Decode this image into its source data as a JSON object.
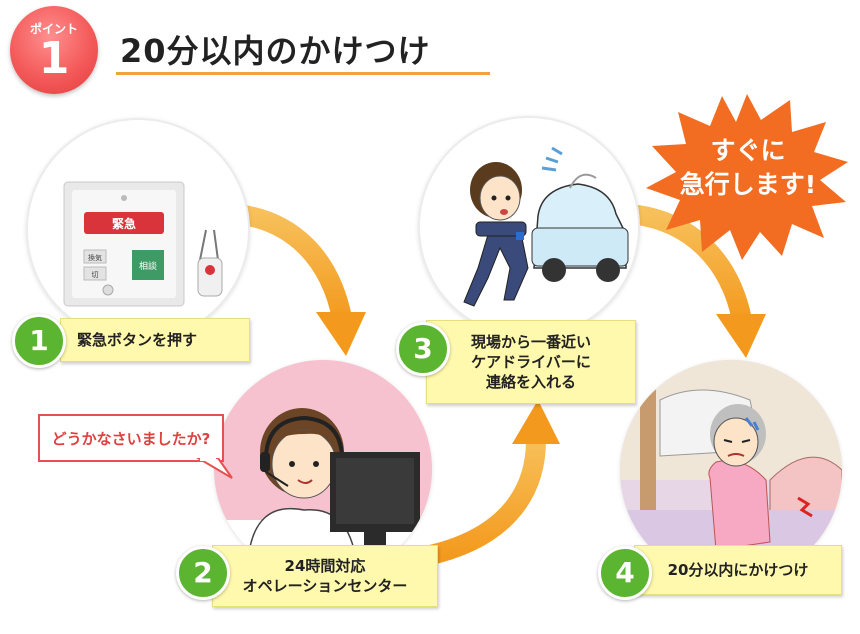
{
  "header": {
    "badge_label": "ポイント",
    "badge_number": "1",
    "title": "20分以内のかけつけ"
  },
  "device": {
    "alarm_button": "緊急",
    "small_left_top": "換気",
    "small_left_bottom": "切",
    "small_right": "相談"
  },
  "steps": [
    {
      "number": "1",
      "label": "緊急ボタンを押す"
    },
    {
      "number": "2",
      "label_line1": "24時間対応",
      "label_line2": "オペレーションセンター"
    },
    {
      "number": "3",
      "label_line1": "現場から一番近い",
      "label_line2": "ケアドライバーに",
      "label_line3": "連絡を入れる"
    },
    {
      "number": "4",
      "label": "20分以内にかけつけ"
    }
  ],
  "speech_bubble": "どうかなさいましたか?",
  "burst": {
    "line1": "すぐに",
    "line2": "急行します!"
  },
  "colors": {
    "arrow": "#f5a623",
    "step_badge": "#5cb531",
    "label_bg": "#fff9ae",
    "point_badge": "#f45a5a",
    "burst": "#f26d21",
    "speech_border": "#e85050"
  }
}
